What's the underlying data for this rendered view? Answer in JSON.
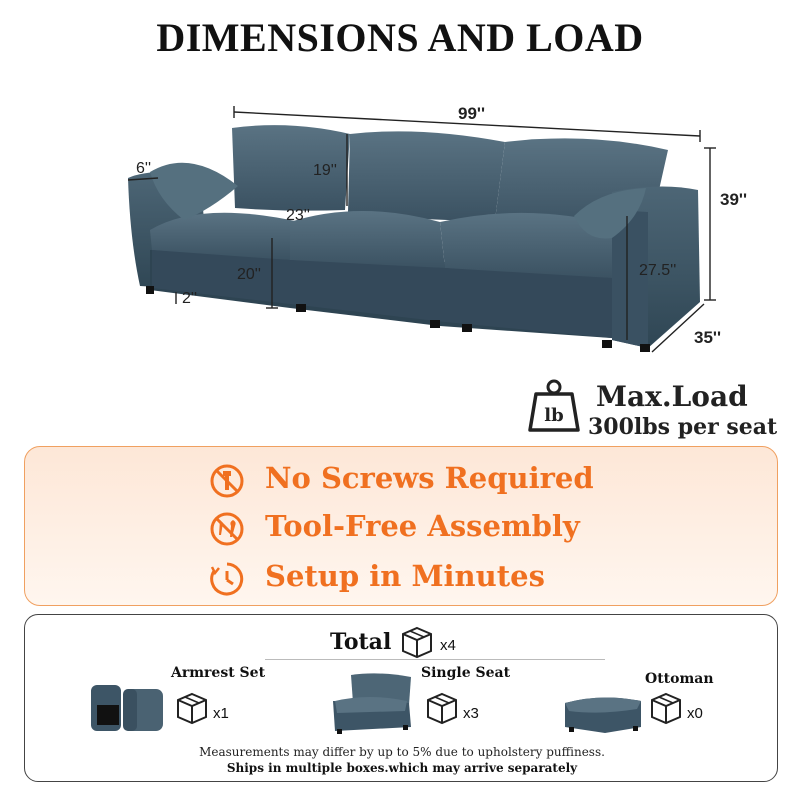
{
  "title": "DIMENSIONS AND LOAD",
  "dimensions": {
    "width": "99''",
    "height": "39''",
    "depth": "35''",
    "arm_width": "6''",
    "back_cushion": "19''",
    "seat_depth": "23''",
    "seat_height": "20''",
    "leg_height": "2''",
    "arm_height": "27.5''"
  },
  "max_load": {
    "icon": "weight-lb-icon",
    "icon_text": "lb",
    "title": "Max.Load",
    "value": "300lbs per seat"
  },
  "features": [
    {
      "icon": "no-screws-icon",
      "label": "No Screws Required"
    },
    {
      "icon": "no-tools-icon",
      "label": "Tool-Free Assembly"
    },
    {
      "icon": "clock-icon",
      "label": "Setup in Minutes"
    }
  ],
  "colors": {
    "accent": "#f07020",
    "panel_border": "#f0a060",
    "sofa": "#3d5566"
  },
  "shipping": {
    "total_label": "Total",
    "total_qty": "x4",
    "items": [
      {
        "name": "Armrest Set",
        "qty": "x1"
      },
      {
        "name": "Single Seat",
        "qty": "x3"
      },
      {
        "name": "Ottoman",
        "qty": "x0"
      }
    ],
    "note": "Measurements may differ by up to 5% due to upholstery puffiness.",
    "note_bold": "Ships in multiple boxes.which may arrive separately"
  }
}
